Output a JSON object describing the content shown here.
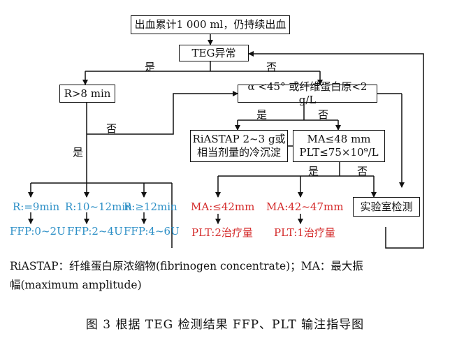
{
  "flowchart": {
    "start": "出血累计1 000 ml，仍持续出血",
    "teg": "TEG异常",
    "yes_left": "是",
    "no_top": "否",
    "r_box": "R>8 min",
    "alpha_box": "α <45° 或纤维蛋白原<2 g/L",
    "yes_alpha": "是",
    "no_alpha": "否",
    "no_r": "否",
    "yes_r": "是",
    "riastap_line1": "RiASTAP 2~3 g或",
    "riastap_line2": "相当剂量的冷沉淀",
    "ma_line1": "MA≤48 mm",
    "ma_line2": "PLT≤75×10⁹/L",
    "yes_ma": "是",
    "no_ma": "否",
    "lab": "实验室检测",
    "r_values": [
      "R:=9min",
      "R:10~12min",
      "R:≥12min"
    ],
    "ffp_values": [
      "FFP:0~2U",
      "FFP:2~4U",
      "FFP:4~6U"
    ],
    "ma_values": [
      "MA:≤42mm",
      "MA:42~47mm"
    ],
    "plt_values": [
      "PLT:2治疗量",
      "PLT:1治疗量"
    ]
  },
  "footnote": {
    "line1": "RiASTAP：纤维蛋白原浓缩物(fibrinogen concentrate)；MA：最大振",
    "line2": "幅(maximum amplitude)"
  },
  "caption": "图 3    根据 TEG 检测结果 FFP、PLT 输注指导图",
  "colors": {
    "blue": "#2c8fc6",
    "red": "#d42a2a"
  }
}
